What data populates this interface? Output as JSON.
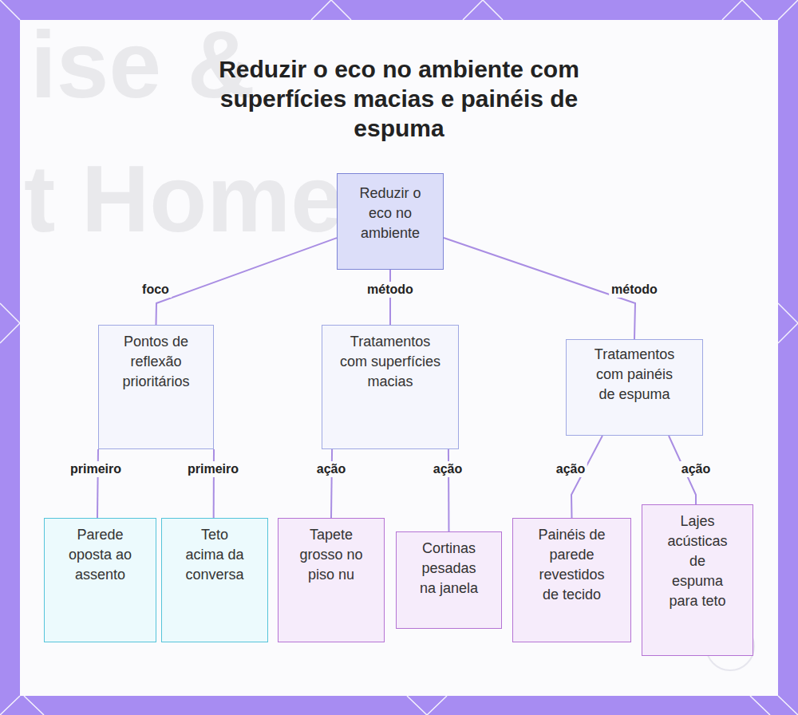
{
  "diagram": {
    "title": "Reduzir o eco no ambiente com superfícies macias e painéis de espuma",
    "nodes": [
      {
        "text": [
          "Reduzir o eco no ambiente"
        ]
      },
      {
        "text": [
          "Pontos de reflexão prioritários"
        ]
      },
      {
        "text": [
          "Tratamentos com superfícies macias"
        ]
      },
      {
        "text": [
          "Tratamentos com painéis de espuma"
        ]
      },
      {
        "text": [
          "Parede oposta ao assento"
        ]
      },
      {
        "text": [
          "Teto acima da conversa"
        ]
      },
      {
        "text": [
          "Tapete grosso no piso nu"
        ]
      },
      {
        "text": [
          "Cortinas pesadas na janela"
        ]
      },
      {
        "text": [
          "Painéis de parede revestidos de tecido"
        ]
      },
      {
        "text": [
          "Lajes acústicas de espuma para teto"
        ]
      }
    ],
    "edges": [
      {
        "from": 0,
        "to": 1,
        "label": "foco",
        "arrow": "none"
      },
      {
        "from": 0,
        "to": 2,
        "label": "método",
        "arrow": "none"
      },
      {
        "from": 0,
        "to": 3,
        "label": "método",
        "arrow": "none"
      },
      {
        "from": 1,
        "to": 4,
        "label": "primeiro",
        "arrow": "none"
      },
      {
        "from": 1,
        "to": 5,
        "label": "primeiro",
        "arrow": "none"
      },
      {
        "from": 2,
        "to": 6,
        "label": "ação",
        "arrow": "none"
      },
      {
        "from": 2,
        "to": 7,
        "label": "ação",
        "arrow": "none"
      },
      {
        "from": 3,
        "to": 8,
        "label": "ação",
        "arrow": "none"
      },
      {
        "from": 3,
        "to": 9,
        "label": "ação",
        "arrow": "none"
      }
    ],
    "labels": [
      "ise &",
      "t Home"
    ]
  }
}
